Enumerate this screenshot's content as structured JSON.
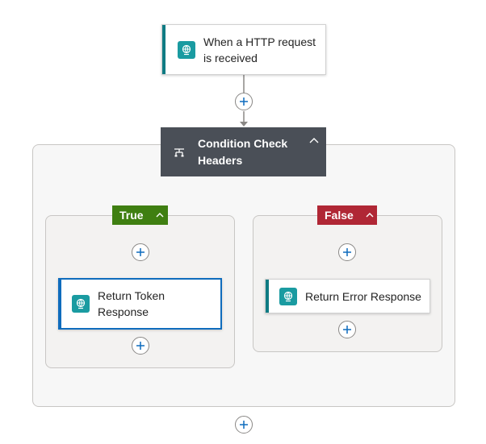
{
  "trigger": {
    "label": "When a HTTP request is received",
    "icon": "http-request-icon"
  },
  "condition": {
    "label": "Condition Check Headers",
    "icon": "condition-icon"
  },
  "branches": {
    "true": {
      "label": "True",
      "color": "#3f7f11",
      "action_label": "Return Token Response"
    },
    "false": {
      "label": "False",
      "color": "#b02735",
      "action_label": "Return Error Response"
    }
  },
  "colors": {
    "accent": "#0f7b83",
    "selected": "#0f6cbd",
    "condition_bg": "#4a4f57"
  }
}
